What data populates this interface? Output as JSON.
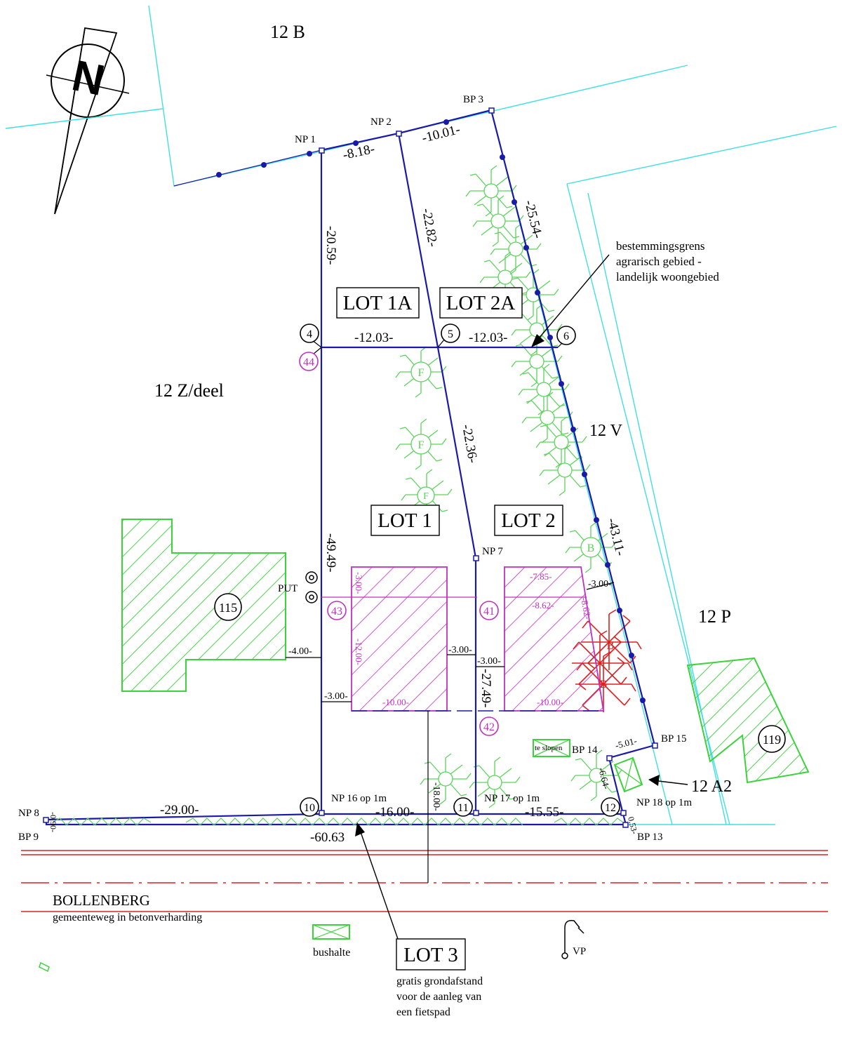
{
  "parcels": {
    "p12b": "12 B",
    "p12z": "12 Z/deel",
    "p12v": "12 V",
    "p12p": "12 P",
    "p12a2": "12 A2",
    "house115": "115",
    "house119": "119"
  },
  "lots": {
    "lot1a": "LOT 1A",
    "lot2a": "LOT 2A",
    "lot1": "LOT 1",
    "lot2": "LOT 2",
    "lot3": "LOT 3"
  },
  "points": {
    "np1": "NP 1",
    "np2": "NP 2",
    "bp3": "BP 3",
    "np7": "NP 7",
    "np8": "NP 8",
    "bp9": "BP 9",
    "bp13": "BP 13",
    "bp14": "BP 14",
    "bp15": "BP 15",
    "np16": "NP 16 op 1m",
    "np17": "NP 17 op 1m",
    "np18": "NP 18 op 1m",
    "put": "PUT",
    "vp": "VP"
  },
  "dimensions": {
    "d818": "-8.18-",
    "d1001": "-10.01-",
    "d2059": "-20.59-",
    "d2282": "-22.82-",
    "d2554": "-25.54-",
    "d1203a": "-12.03-",
    "d1203b": "-12.03-",
    "d2236": "-22.36-",
    "d4949": "-49.49-",
    "d4311": "-43.11-",
    "d2749": "-27.49-",
    "d2900": "-29.00-",
    "d1600": "-16.00-",
    "d1555": "-15.55-",
    "d6063": "-60.63",
    "d501": "-5.01-",
    "d664": "-6.64-",
    "d053": "0.53-",
    "d090": "-0.90-",
    "d400": "-4.00-",
    "d300a": "-3.00-",
    "d300b": "-3.00-",
    "d300c": "-3.00-",
    "d300d": "-3.00-",
    "d1800": "-18.00-"
  },
  "building_dims": {
    "b300": "-3.00-",
    "b1200": "-12.00-",
    "b1000a": "-10.00-",
    "b785": "-7.85-",
    "b862": "-8.62-",
    "b862v": "-8.62-",
    "b1000b": "-10.00-"
  },
  "markers": {
    "m4": "4",
    "m5": "5",
    "m6": "6",
    "m10": "10",
    "m11": "11",
    "m12": "12",
    "m44": "44",
    "m43": "43",
    "m41": "41",
    "m42": "42"
  },
  "trees": {
    "f1": "F",
    "f2": "F",
    "f3": "F",
    "b1": "B",
    "b2": "B",
    "b3": "B"
  },
  "notes": {
    "zone_line1": "bestemmingsgrens",
    "zone_line2": "agrarisch gebied -",
    "zone_line3": "landelijk woongebied",
    "street_name": "BOLLENBERG",
    "street_desc": "gemeenteweg in betonverharding",
    "bus": "bushalte",
    "demolish": "te slopen",
    "lot3_line1": "gratis grondafstand",
    "lot3_line2": "voor de aanleg van",
    "lot3_line3": "een fietspad",
    "north": "N"
  },
  "colors": {
    "boundary": "#1a1aa8",
    "cadastre": "#40e0e0",
    "building": "#c030c0",
    "vegetation": "#5ad35a",
    "removed_trees": "#e02020",
    "road": "#e02020"
  }
}
